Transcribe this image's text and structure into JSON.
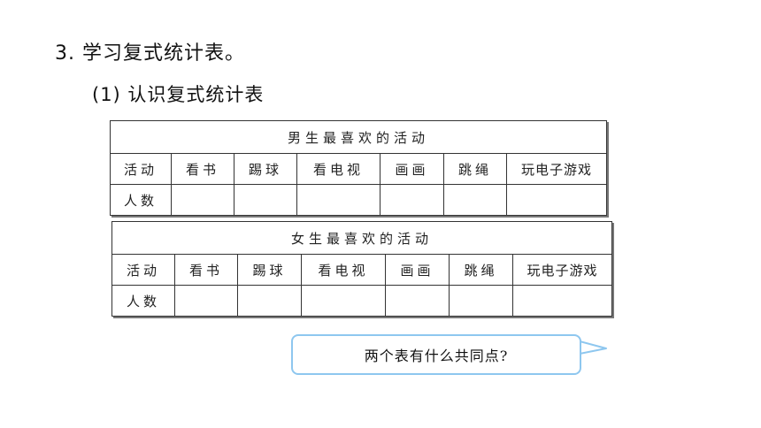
{
  "heading": "3. 学习复式统计表。",
  "subheading": "(1) 认识复式统计表",
  "tables": [
    {
      "title": "男生最喜欢的活动",
      "row_header": "活动",
      "count_header": "人数",
      "activities": [
        "看书",
        "踢球",
        "看电视",
        "画画",
        "跳绳",
        "玩电子游戏"
      ]
    },
    {
      "title": "女生最喜欢的活动",
      "row_header": "活动",
      "count_header": "人数",
      "activities": [
        "看书",
        "踢球",
        "看电视",
        "画画",
        "跳绳",
        "玩电子游戏"
      ]
    }
  ],
  "bubble": {
    "text": "两个表有什么共同点?",
    "border_color": "#8ec7ef"
  }
}
